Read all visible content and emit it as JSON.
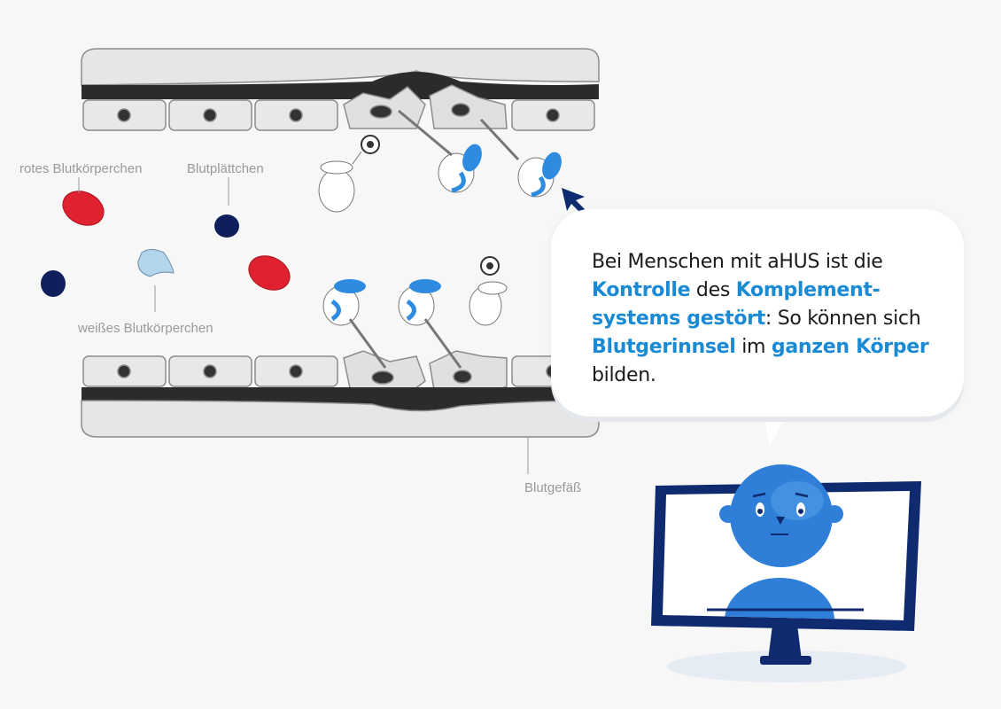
{
  "labels": {
    "red_cell": "rotes Blutkörperchen",
    "platelet": "Blutplättchen",
    "white_cell": "weißes Blutkörperchen",
    "vessel": "Blutgefäß"
  },
  "bubble": {
    "segments": [
      {
        "text": "Bei Menschen mit aHUS ist die ",
        "highlight": false
      },
      {
        "text": "Kontrolle",
        "highlight": true
      },
      {
        "text": " des ",
        "highlight": false
      },
      {
        "text": "Komplement-systems gestört",
        "highlight": true
      },
      {
        "text": ": So können sich ",
        "highlight": false
      },
      {
        "text": "Blutgerinnsel",
        "highlight": true
      },
      {
        "text": " im ",
        "highlight": false
      },
      {
        "text": "ganzen Körper",
        "highlight": true
      },
      {
        "text": " bilden.",
        "highlight": false
      }
    ]
  },
  "colors": {
    "accent_blue": "#1a8ad4",
    "red_cell": "#e0212f",
    "platelet": "#0f1f5c",
    "white_cell": "#b4d6ec",
    "vessel_wall": "#e6e6e6",
    "vessel_dark": "#2b2b2b",
    "monitor_frame": "#0f2a6e",
    "avatar": "#2f7fd8"
  }
}
